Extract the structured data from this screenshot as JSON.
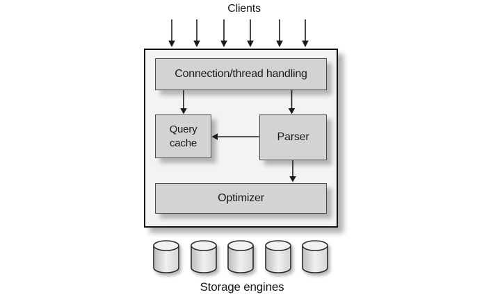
{
  "labels": {
    "clients": "Clients",
    "storage_engines": "Storage engines"
  },
  "nodes": [
    {
      "id": "connection-thread-handling",
      "label": "Connection/thread handling"
    },
    {
      "id": "query-cache",
      "label": "Query\ncache"
    },
    {
      "id": "parser",
      "label": "Parser"
    },
    {
      "id": "optimizer",
      "label": "Optimizer"
    }
  ],
  "edges": [
    {
      "from": "clients",
      "to": "connection-thread-handling",
      "count": 6,
      "direction": "down"
    },
    {
      "from": "connection-thread-handling",
      "to": "query-cache",
      "direction": "down"
    },
    {
      "from": "connection-thread-handling",
      "to": "parser",
      "direction": "down"
    },
    {
      "from": "parser",
      "to": "query-cache",
      "direction": "left"
    },
    {
      "from": "parser",
      "to": "optimizer",
      "direction": "down"
    }
  ],
  "storage": {
    "cylinder_count": 5
  },
  "colors": {
    "background": "#ffffff",
    "node_fill": "#d3d3d3",
    "node_border": "#4a4a4a",
    "server_box_fill": "#f3f3f3",
    "server_box_border": "#111111",
    "arrow": "#1a1a1a",
    "text": "#1a1a1a",
    "cylinder_stroke": "#2b2b2b"
  }
}
